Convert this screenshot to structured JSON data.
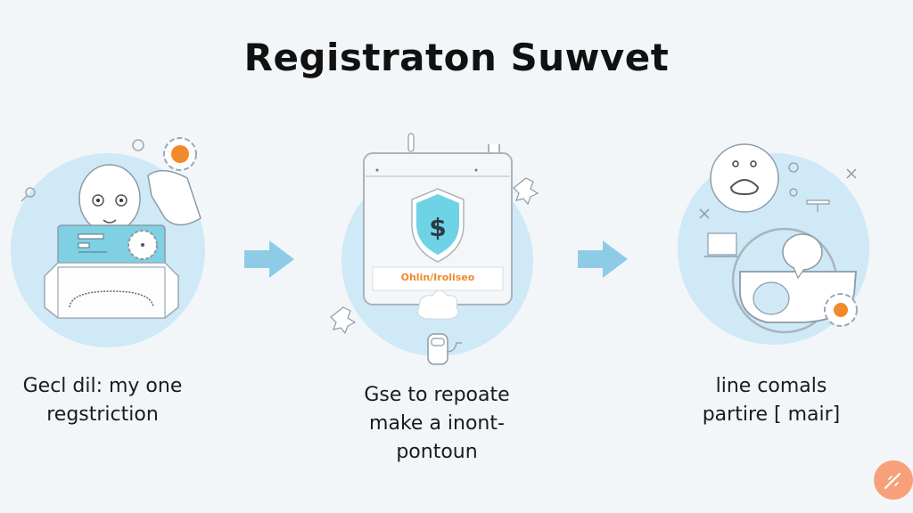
{
  "header": {
    "title": "Registraton Suwvet"
  },
  "steps": [
    {
      "caption_line1": "Gecl dil: my one",
      "caption_line2": "regstriction",
      "illustration": "person-with-form-gear-icon"
    },
    {
      "caption_line1": "Gse to repoate",
      "caption_line2": "make a inont-",
      "caption_line3": "pontoun",
      "illustration": "browser-shield-dollar-icon",
      "banner_text": "Ohlin/Iroliseo"
    },
    {
      "caption_line1": "line comals",
      "caption_line2": "partire [ mair]",
      "illustration": "face-chat-device-gear-icon"
    }
  ],
  "arrows": [
    "arrow-right-icon",
    "arrow-right-icon"
  ],
  "fab": {
    "icon": "pencil-edit-icon"
  },
  "colors": {
    "background": "#f2f6f9",
    "circle": "#cfe9f6",
    "arrow": "#8ecbe6",
    "shield": "#6fd3e6",
    "accent_orange": "#f28a2a",
    "fab": "#f7a07a"
  }
}
